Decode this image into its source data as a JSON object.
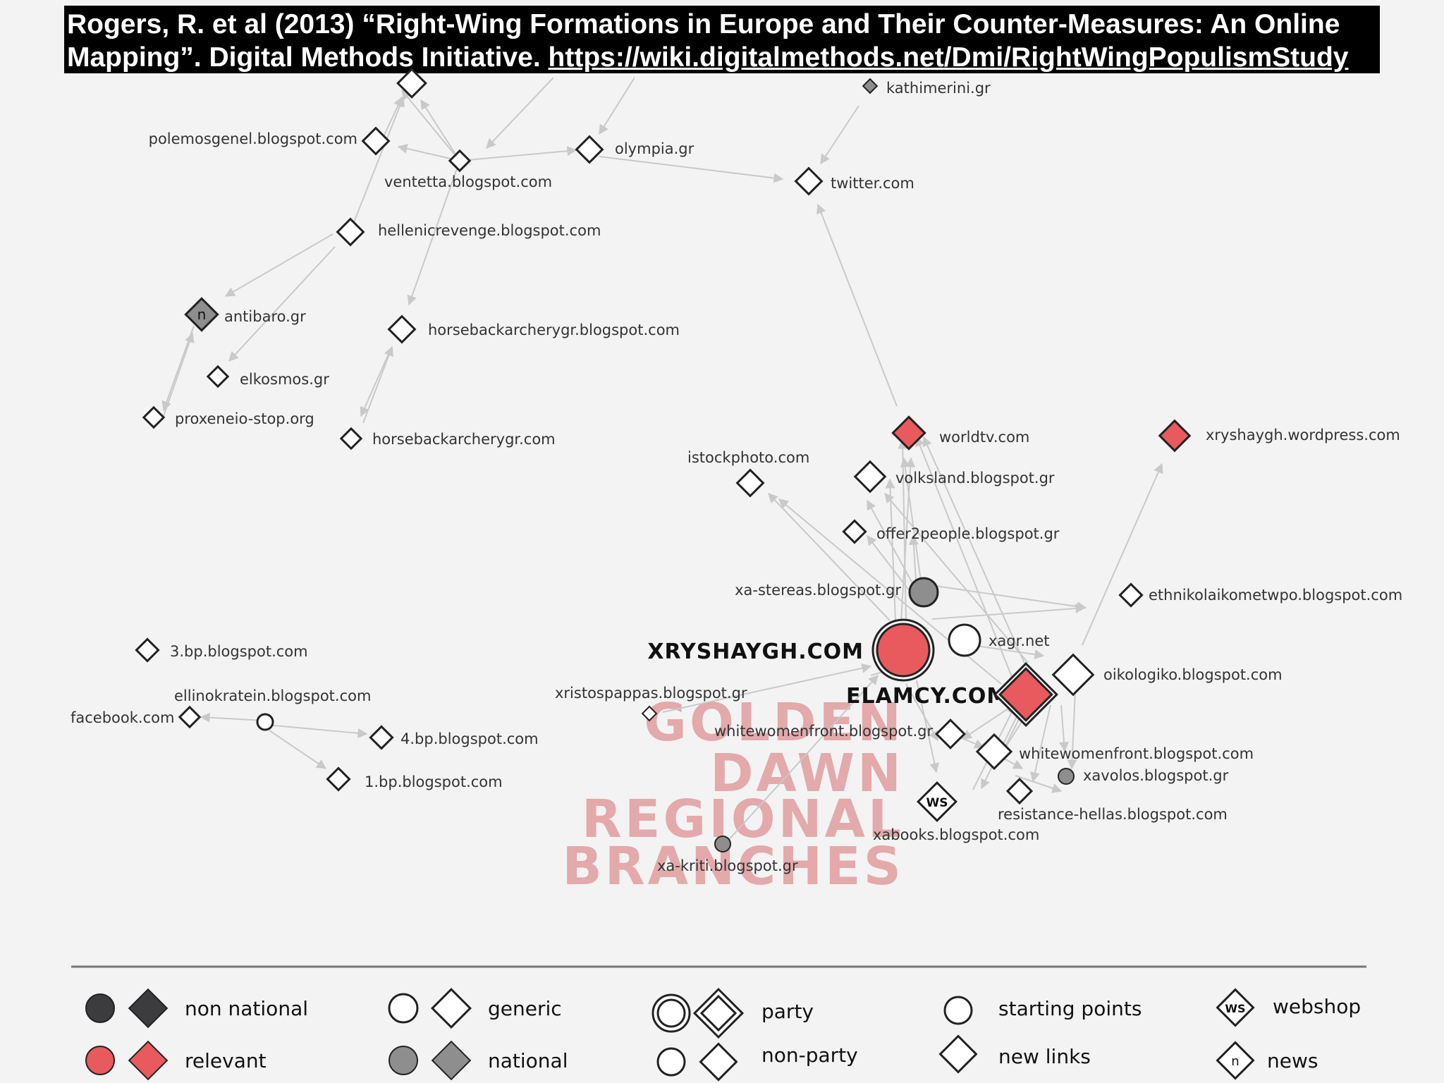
{
  "citation": {
    "line1": "Rogers, R. et al (2013) “Right-Wing Formations in Europe and Their Counter-Measures: An Online",
    "line2_text": "Mapping”. Digital Methods Initiative. ",
    "line2_link": "https://wiki.digitalmethods.net/Dmi/RightWingPopulismStudy"
  },
  "colors": {
    "non_national": "#3c3c3e",
    "relevant": "#e85a5e",
    "generic": "#ffffff",
    "national": "#8e8e8e",
    "edge": "#c9c9c9",
    "watermark": "#dd8a8d"
  },
  "nodes": {
    "kathimerini": "kathimerini.gr",
    "polemosgenel": "polemosgenel.blogspot.com",
    "olympia": "olympia.gr",
    "ventetta": "ventetta.blogspot.com",
    "twitter": "twitter.com",
    "hellenicrevenge": "hellenicrevenge.blogspot.com",
    "antibaro": "antibaro.gr",
    "horsebackgr_blog": "horsebackarcherygr.blogspot.com",
    "elkosmos": "elkosmos.gr",
    "proxeneio": "proxeneio-stop.org",
    "horsebackgr": "horsebackarcherygr.com",
    "worldtv": "worldtv.com",
    "xryshaygh_wp": "xryshaygh.wordpress.com",
    "istockphoto": "istockphoto.com",
    "volksland": "volksland.blogspot.gr",
    "offer2people": "offer2people.blogspot.gr",
    "xa_stereas": "xa-stereas.blogspot.gr",
    "ethnikolaiko": "ethnikolaikometwpo.blogspot.com",
    "bp3": "3.bp.blogspot.com",
    "xryshaygh_com": "XRYSHAYGH.COM",
    "xagr": "xagr.net",
    "oikologiko": "oikologiko.blogspot.com",
    "ellinokratein": "ellinokratein.blogspot.com",
    "xristospappas": "xristospappas.blogspot.gr",
    "elamcy": "ELAMCY.COM",
    "facebook": "facebook.com",
    "whitewomen_gr": "whitewomenfront.blogspot.gr",
    "bp4": "4.bp.blogspot.com",
    "whitewomen_com": "whitewomenfront.blogspot.com",
    "xavolos": "xavolos.blogspot.gr",
    "bp1": "1.bp.blogspot.com",
    "resistance": "resistance-hellas.blogspot.com",
    "xabooks": "xabooks.blogspot.com",
    "xa_kriti": "xa-kriti.blogspot.gr"
  },
  "watermark": [
    "GOLDEN",
    "DAWN",
    "REGIONAL",
    "BRANCHES"
  ],
  "icon_letters": {
    "news": "n",
    "webshop": "WS"
  },
  "legend": {
    "non_national": "non national",
    "relevant": "relevant",
    "generic": "generic",
    "national": "national",
    "party": "party",
    "non_party": "non-party",
    "starting_points": "starting points",
    "new_links": "new links",
    "webshop": "webshop",
    "news": "news"
  }
}
